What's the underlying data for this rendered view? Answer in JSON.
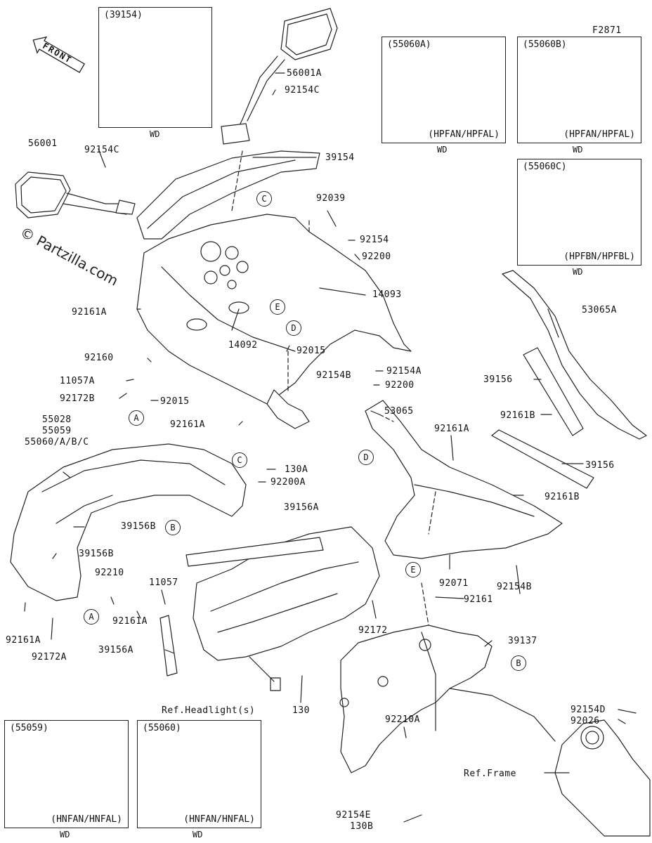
{
  "diagram_id": "F2871",
  "watermark": "© Partzilla.com",
  "front_label": "FRONT",
  "circle_markers": [
    "C",
    "E",
    "D",
    "A",
    "C",
    "B",
    "D",
    "A",
    "E",
    "B"
  ],
  "boxes": {
    "b39154": {
      "code": "(39154)",
      "variant": "",
      "note": "WD"
    },
    "b55060A": {
      "code": "(55060A)",
      "variant": "(HPFAN/HPFAL)",
      "note": "WD"
    },
    "b55060B": {
      "code": "(55060B)",
      "variant": "(HPFAN/HPFAL)",
      "note": "WD"
    },
    "b55060C": {
      "code": "(55060C)",
      "variant": "(HPFBN/HPFBL)",
      "note": "WD"
    },
    "b55059": {
      "code": "(55059)",
      "variant": "(HNFAN/HNFAL)",
      "note": "WD"
    },
    "b55060": {
      "code": "(55060)",
      "variant": "(HNFAN/HNFAL)",
      "note": "WD"
    }
  },
  "labels": {
    "l56001A": "56001A",
    "l92154C_a": "92154C",
    "l56001": "56001",
    "l92154C_b": "92154C",
    "l39154": "39154",
    "l92039": "92039",
    "l92154": "92154",
    "l92200": "92200",
    "l14093": "14093",
    "l92161A_1": "92161A",
    "l14092": "14092",
    "l92015_1": "92015",
    "l92160": "92160",
    "l92154A": "92154A",
    "l92154B_1": "92154B",
    "l92200_2": "92200",
    "l11057A": "11057A",
    "l92172B": "92172B",
    "l92015_2": "92015",
    "l92161A_2": "92161A",
    "l53065A": "53065A",
    "l39156_1": "39156",
    "l92161B_1": "92161B",
    "l53065": "53065",
    "l55028": "55028",
    "l55059": "55059",
    "l55060ABC": "55060/A/B/C",
    "l130A": "130A",
    "l92200A": "92200A",
    "l92161A_3": "92161A",
    "l39156_2": "39156",
    "l92161B_2": "92161B",
    "l39156A_1": "39156A",
    "l39156B_1": "39156B",
    "l39156B_2": "39156B",
    "l92210": "92210",
    "l11057": "11057",
    "l92071": "92071",
    "l92154B_2": "92154B",
    "l92161": "92161",
    "l92161A_4": "92161A",
    "l92172A": "92172A",
    "l92161A_5": "92161A",
    "l92172": "92172",
    "l39137": "39137",
    "l39156A_2": "39156A",
    "l130": "130",
    "lRefHead": "Ref.Headlight(s)",
    "l92210A": "92210A",
    "l92154D": "92154D",
    "l92026": "92026",
    "lRefFrame": "Ref.Frame",
    "l92154E": "92154E",
    "l130B": "130B"
  }
}
